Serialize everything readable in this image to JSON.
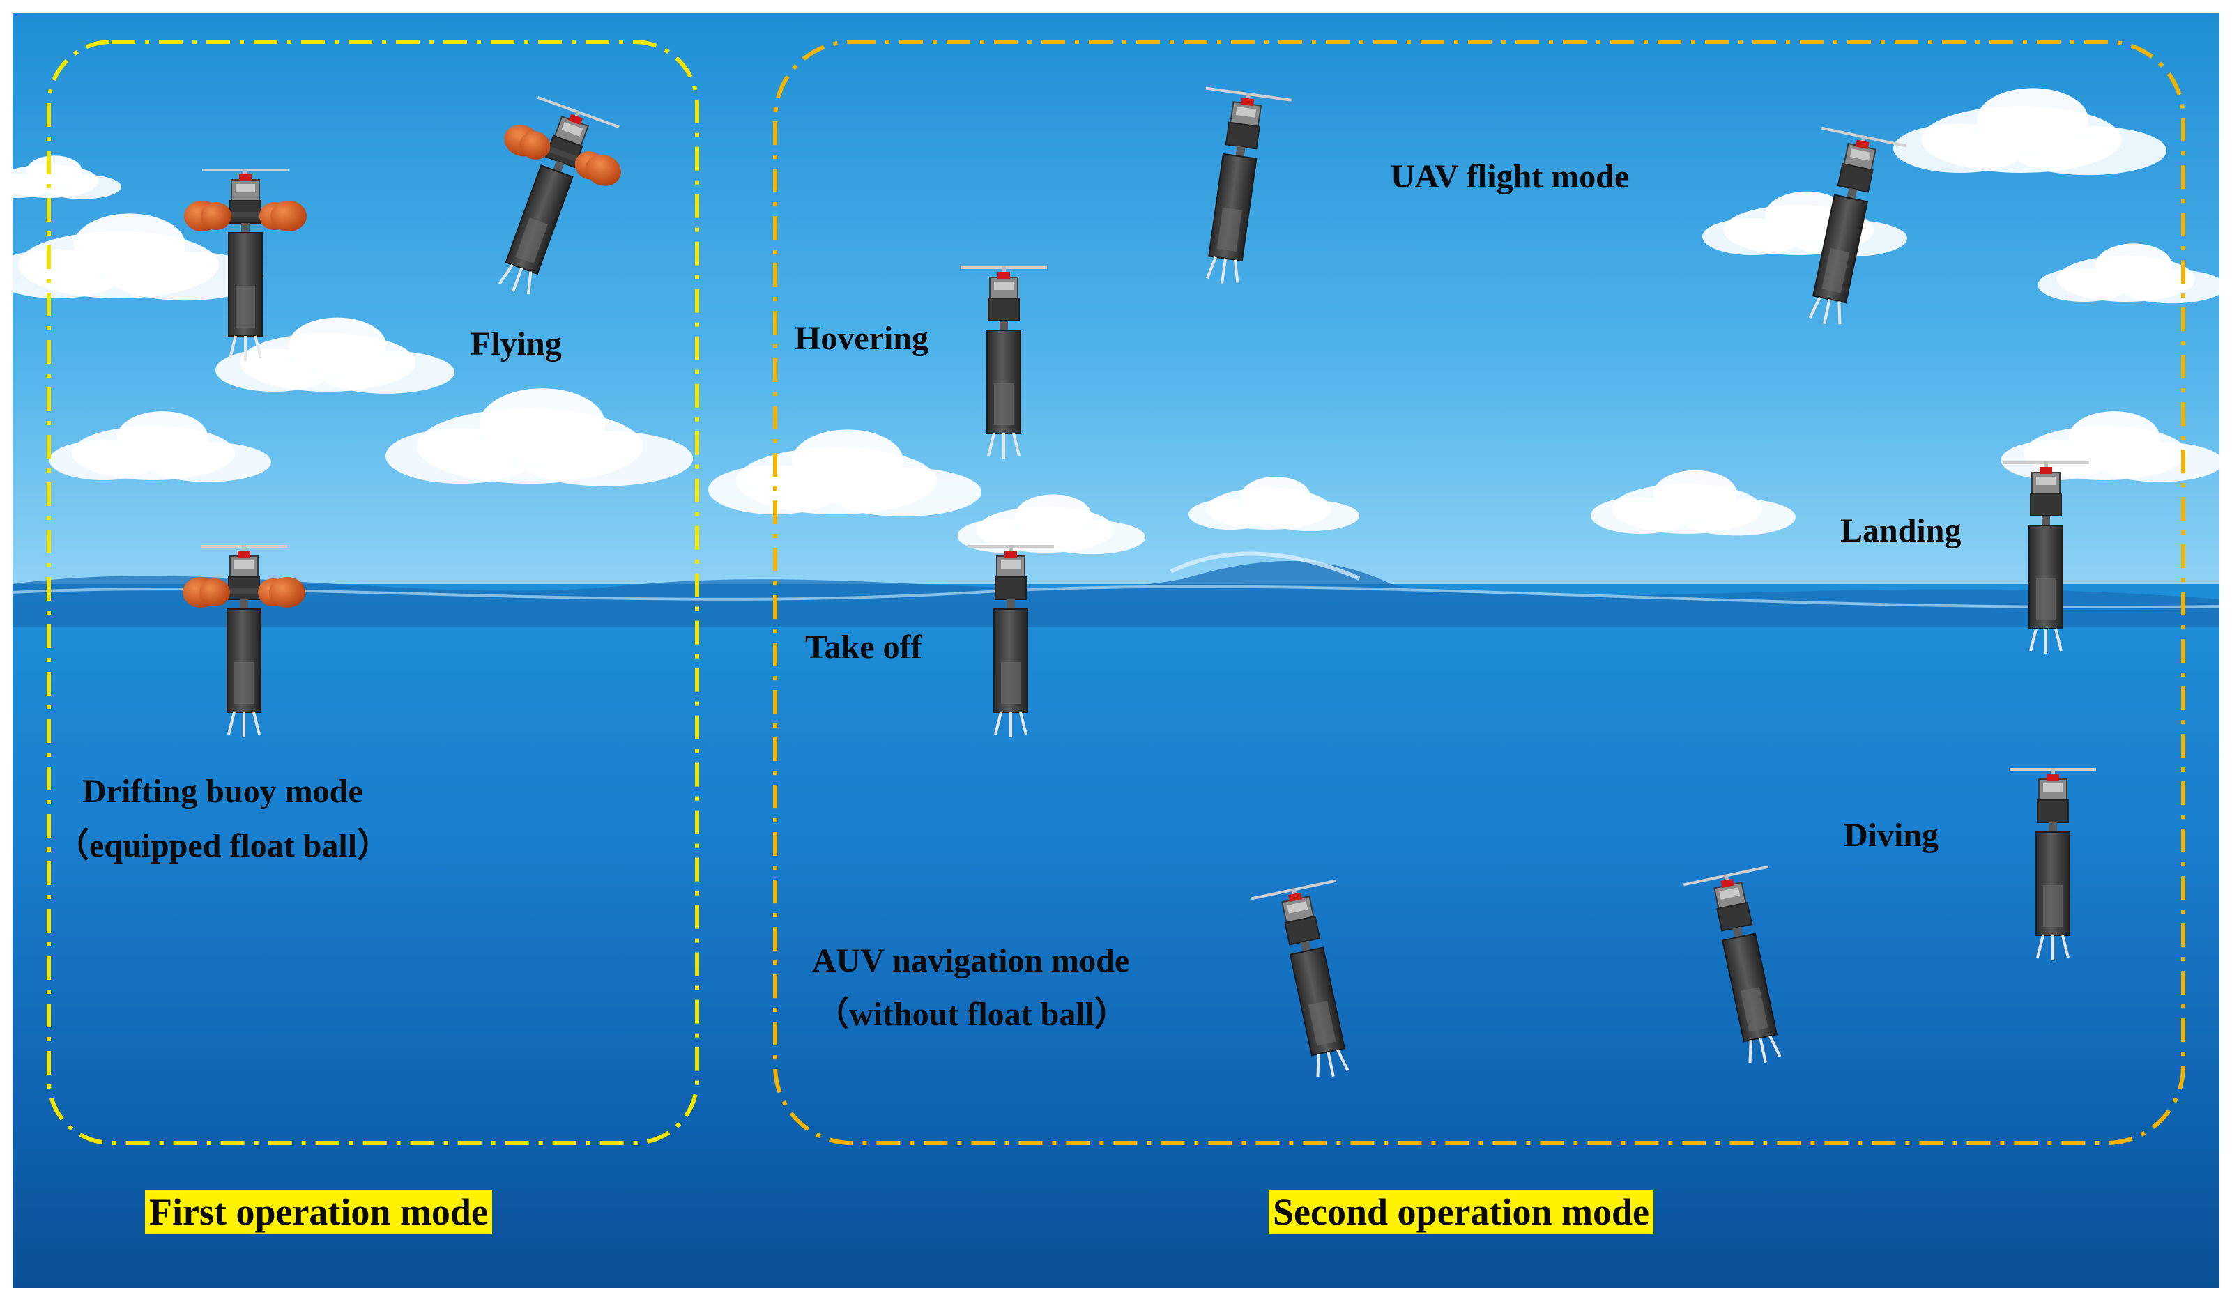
{
  "modes": {
    "first": {
      "footer_label": "First operation mode",
      "flying_label": "Flying",
      "buoy_label_line1": "Drifting buoy mode",
      "buoy_label_line2": "（equipped float ball）"
    },
    "second": {
      "footer_label": "Second operation mode",
      "uav_label": "UAV flight mode",
      "hovering_label": "Hovering",
      "takeoff_label": "Take off",
      "landing_label": "Landing",
      "diving_label": "Diving",
      "auv_label_line1": "AUV navigation mode",
      "auv_label_line2": "（without float ball）"
    }
  },
  "colors": {
    "first_frame": "#f2e600",
    "second_frame": "#f2b400",
    "label_highlight": "#fff200",
    "float_ball": "#d9571a",
    "sky_top": "#1f8ed6",
    "sea_deep": "#0a4f93"
  },
  "icons": [
    "drone-buoy-icon",
    "float-ball-icon",
    "propeller-icon",
    "cloud-icon",
    "wave-icon"
  ]
}
